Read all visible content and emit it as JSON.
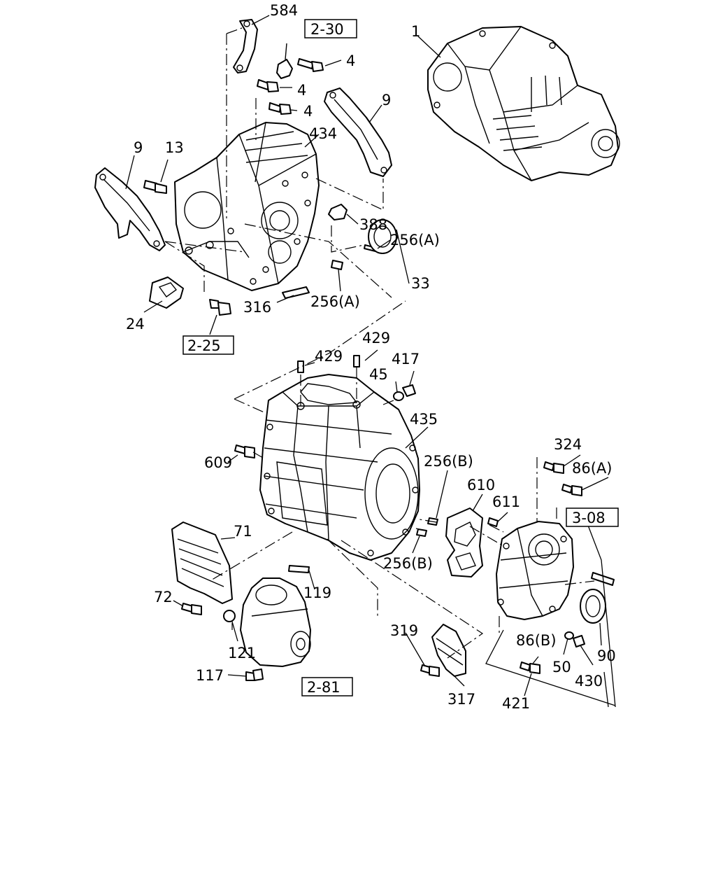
{
  "parts": {
    "p584": "584",
    "p4a": "4",
    "p4b": "4",
    "p4c": "4",
    "p1": "1",
    "p9a": "9",
    "p13": "13",
    "p9b": "9",
    "p434": "434",
    "p388": "388",
    "p256a1": "256(A)",
    "p33": "33",
    "p256a2": "256(A)",
    "p316": "316",
    "p24": "24",
    "p429a": "429",
    "p429b": "429",
    "p417": "417",
    "p45": "45",
    "p435": "435",
    "p609": "609",
    "p324": "324",
    "p86a": "86(A)",
    "p256b1": "256(B)",
    "p610": "610",
    "p611": "611",
    "p71": "71",
    "p256b2": "256(B)",
    "p72": "72",
    "p119": "119",
    "p121": "121",
    "p117": "117",
    "p319": "319",
    "p317": "317",
    "p86b": "86(B)",
    "p50": "50",
    "p430": "430",
    "p90": "90",
    "p421": "421"
  },
  "refs": {
    "r230": "2-30",
    "r225": "2-25",
    "r308": "3-08",
    "r281": "2-81"
  }
}
